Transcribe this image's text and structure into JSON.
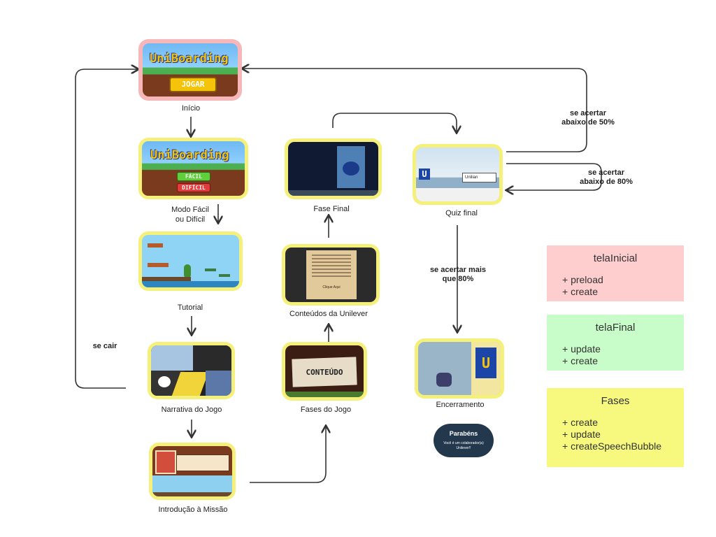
{
  "nodes": {
    "inicio": {
      "label": "Início",
      "logo": "UniBoarding",
      "button": "JOGAR"
    },
    "modo": {
      "label": "Modo Fácil\nou Difícil",
      "logo": "UniBoarding",
      "btn_easy": "FÁCIL",
      "btn_hard": "DIFÍCIL"
    },
    "tutorial": {
      "label": "Tutorial"
    },
    "narrativa": {
      "label": "Narrativa do Jogo"
    },
    "introducao": {
      "label": "Introdução à Missão"
    },
    "fases": {
      "label": "Fases do Jogo",
      "card_text": "CONTEÚDO"
    },
    "conteudos": {
      "label": "Conteúdos da Unilever",
      "click_text": "Clique Aqui"
    },
    "fase_final": {
      "label": "Fase Final"
    },
    "quiz": {
      "label": "Quiz final",
      "answer": "Unilian"
    },
    "encerramento": {
      "label": "Encerramento"
    }
  },
  "edges": {
    "se_cair": "se cair",
    "below_50": "se acertar\nabaixo de 50%",
    "below_80": "se acertar\nabaixo de 80%",
    "above_80": "se acertar mais\nque 80%"
  },
  "pill": {
    "title": "Parabéns",
    "text": "Você é um colaborador(a) Unilever!!"
  },
  "classes": [
    {
      "name": "telaInicial",
      "methods": "+ preload\n+ create",
      "color": "#fecdcd"
    },
    {
      "name": "telaFinal",
      "methods": "+ update\n+ create",
      "color": "#c8fcc8"
    },
    {
      "name": "Fases",
      "methods": "+ create\n+ update\n+ createSpeechBubble",
      "color": "#f7f87e"
    }
  ]
}
